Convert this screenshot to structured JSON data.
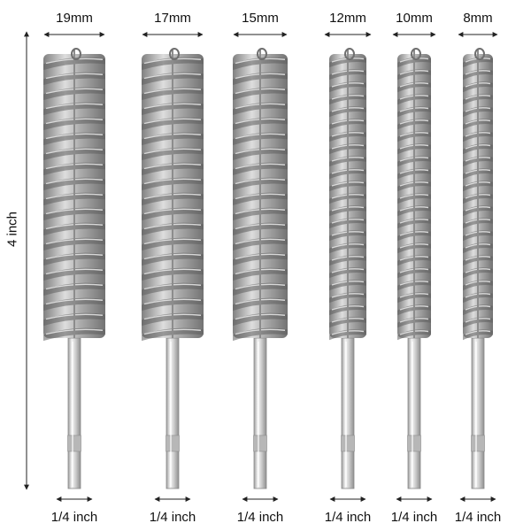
{
  "height_label": "4 inch",
  "brushes": [
    {
      "diameter": "19mm",
      "shank": "1/4 inch"
    },
    {
      "diameter": "17mm",
      "shank": "1/4 inch"
    },
    {
      "diameter": "15mm",
      "shank": "1/4 inch"
    },
    {
      "diameter": "12mm",
      "shank": "1/4 inch"
    },
    {
      "diameter": "10mm",
      "shank": "1/4 inch"
    },
    {
      "diameter": "8mm",
      "shank": "1/4 inch"
    }
  ],
  "colors": {
    "bristle_dark": "#5e5e5e",
    "bristle_mid": "#9a9a9a",
    "bristle_light": "#e3e3e3",
    "shank": "#c9c9c9",
    "arrow": "#222222"
  }
}
